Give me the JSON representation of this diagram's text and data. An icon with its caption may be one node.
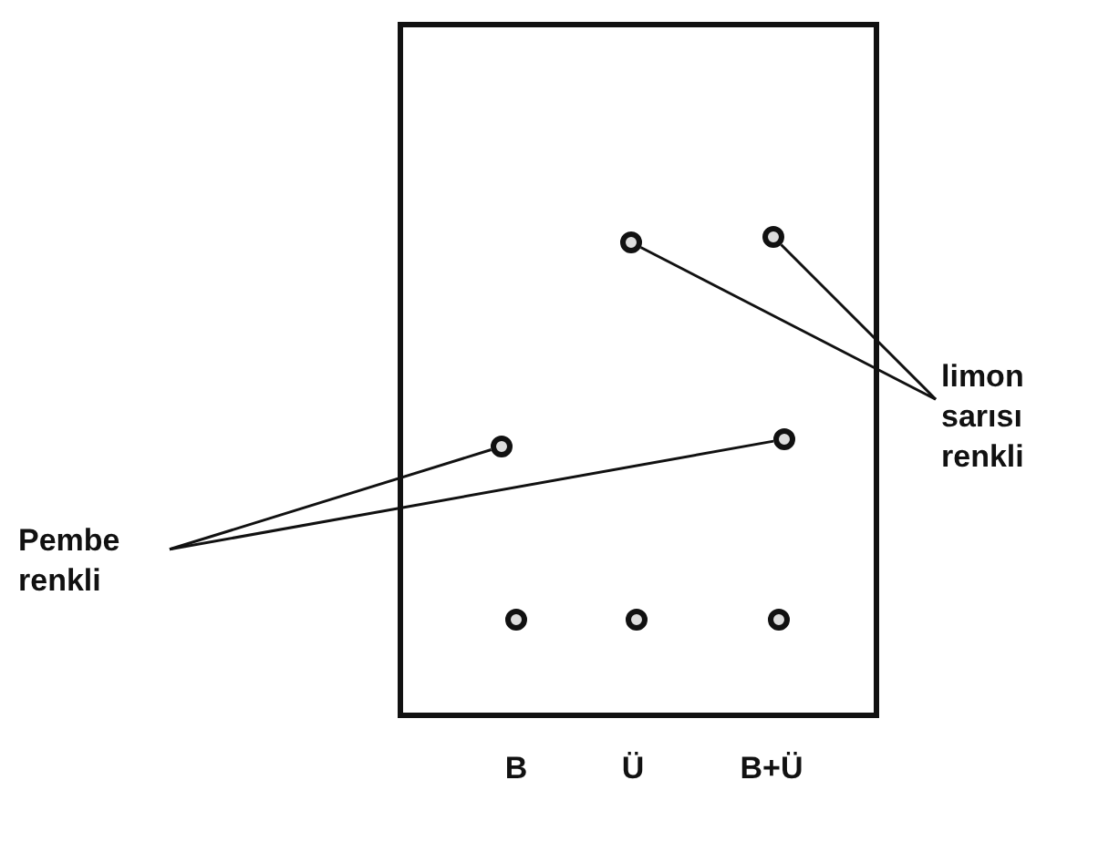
{
  "diagram": {
    "nodes": [
      {
        "text": [],
        "shape": "box"
      },
      {
        "text": [],
        "shape": "circle",
        "in": 0
      },
      {
        "text": [],
        "shape": "circle",
        "in": 0
      },
      {
        "text": [
          "limon sarısı renkli"
        ]
      },
      {
        "text": [],
        "shape": "circle",
        "in": 0
      },
      {
        "text": [],
        "shape": "circle",
        "in": 0
      },
      {
        "text": [
          "Pembe renkli"
        ]
      },
      {
        "text": [],
        "shape": "circle",
        "in": 0
      },
      {
        "text": [],
        "shape": "circle",
        "in": 0
      },
      {
        "text": [],
        "shape": "circle",
        "in": 0
      }
    ],
    "edges": [
      {
        "from": 3,
        "to": 1,
        "arrow": "none"
      },
      {
        "from": 3,
        "to": 2,
        "arrow": "none"
      },
      {
        "from": 6,
        "to": 4,
        "arrow": "none"
      },
      {
        "from": 6,
        "to": 5,
        "arrow": "none"
      }
    ],
    "labels": [
      "B",
      "Ü",
      "B+Ü"
    ]
  }
}
